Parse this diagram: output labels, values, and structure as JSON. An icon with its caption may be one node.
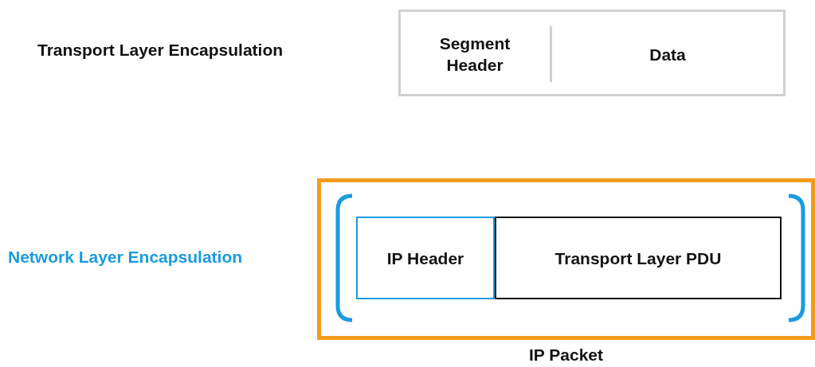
{
  "diagram": {
    "nodes": [
      {
        "text": [],
        "shape": "box"
      },
      {
        "text": [
          "Segment Header"
        ],
        "in": 0
      },
      {
        "text": [
          "Data"
        ],
        "in": 0
      },
      {
        "text": [
          "IP Packet"
        ]
      },
      {
        "text": [
          "IP Header"
        ],
        "in": 3
      },
      {
        "text": [
          "Transport Layer PDU"
        ],
        "in": 3
      }
    ],
    "labels": [
      "Transport Layer Encapsulation",
      "Network Layer Encapsulation"
    ]
  }
}
